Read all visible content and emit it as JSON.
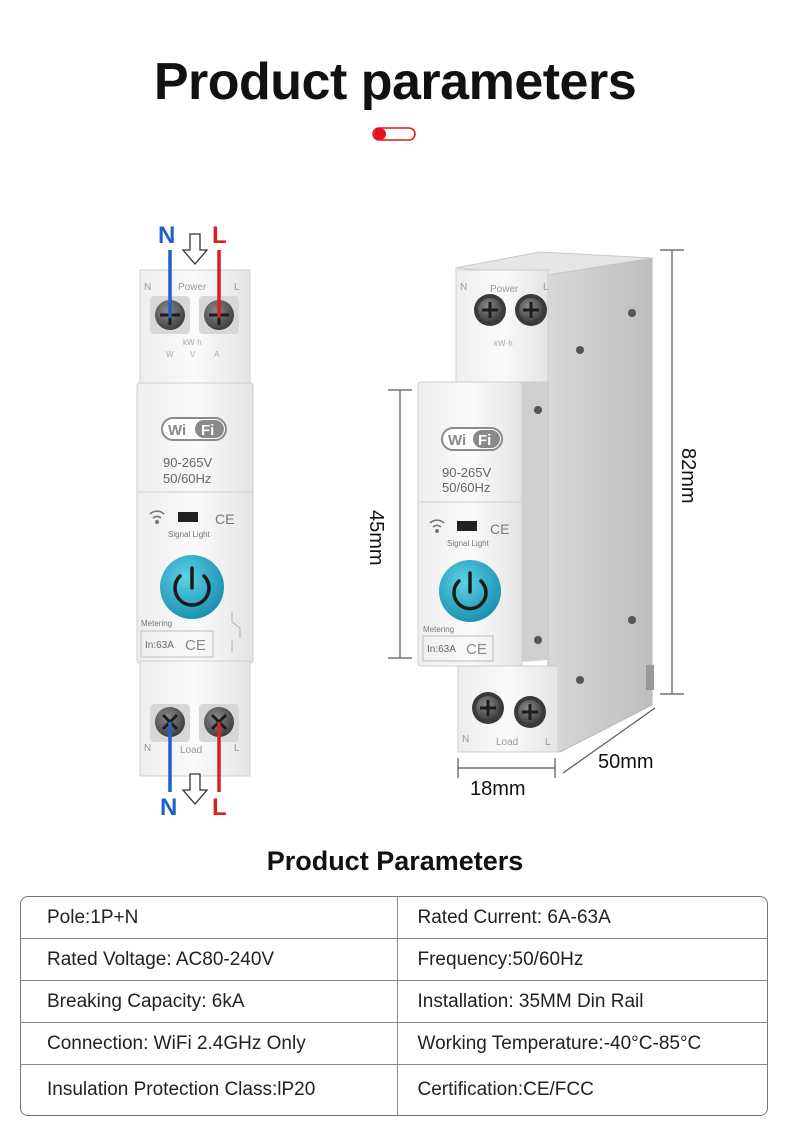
{
  "header": {
    "title": "Product parameters"
  },
  "illustration": {
    "front": {
      "top_n": "N",
      "top_l": "L",
      "bottom_n": "N",
      "bottom_l": "L",
      "term_n": "N",
      "power": "Power",
      "term_l": "L",
      "kwh": "kW·h",
      "unit_w": "W",
      "unit_v": "V",
      "unit_a": "A",
      "wi": "Wi",
      "fi": "Fi",
      "voltage": "90-265V",
      "freq": "50/60Hz",
      "ce": "CE",
      "signal_light": "Signal Light",
      "metering": "Metering",
      "rating": "In:63A",
      "load": "Load",
      "load_n": "N",
      "load_l": "L"
    },
    "side": {
      "term_n": "N",
      "power": "Power",
      "term_l": "L",
      "kwh": "kW·h",
      "wi": "Wi",
      "fi": "Fi",
      "voltage": "90-265V",
      "freq": "50/60Hz",
      "ce": "CE",
      "signal_light": "Signal Light",
      "metering": "Metering",
      "rating": "In:63A",
      "load": "Load",
      "load_n": "N",
      "load_l": "L"
    },
    "dimensions": {
      "height_front": "45mm",
      "height_total": "82mm",
      "width": "18mm",
      "depth": "50mm"
    }
  },
  "params": {
    "title": "Product Parameters",
    "rows": [
      [
        "Pole:1P+N",
        "Rated Current: 6A-63A"
      ],
      [
        "Rated Voltage: AC80-240V",
        "Frequency:50/60Hz"
      ],
      [
        "Breaking Capacity: 6kA",
        "Installation: 35MM Din Rail"
      ],
      [
        "Connection: WiFi 2.4GHz Only",
        "Working Temperature:-40°C-85°C"
      ],
      [
        "Insulation Protection Class:lP20",
        "Certification:CE/FCC"
      ]
    ]
  },
  "colors": {
    "neutral_wire": "#1f5fcf",
    "live_wire": "#d8211d",
    "button_teal": "#22a7c4",
    "toggle_red": "#e5121f"
  },
  "icons": [
    "toggle-switch-icon",
    "down-arrow-icon",
    "wifi-icon",
    "power-icon",
    "screw-terminal-icon"
  ]
}
